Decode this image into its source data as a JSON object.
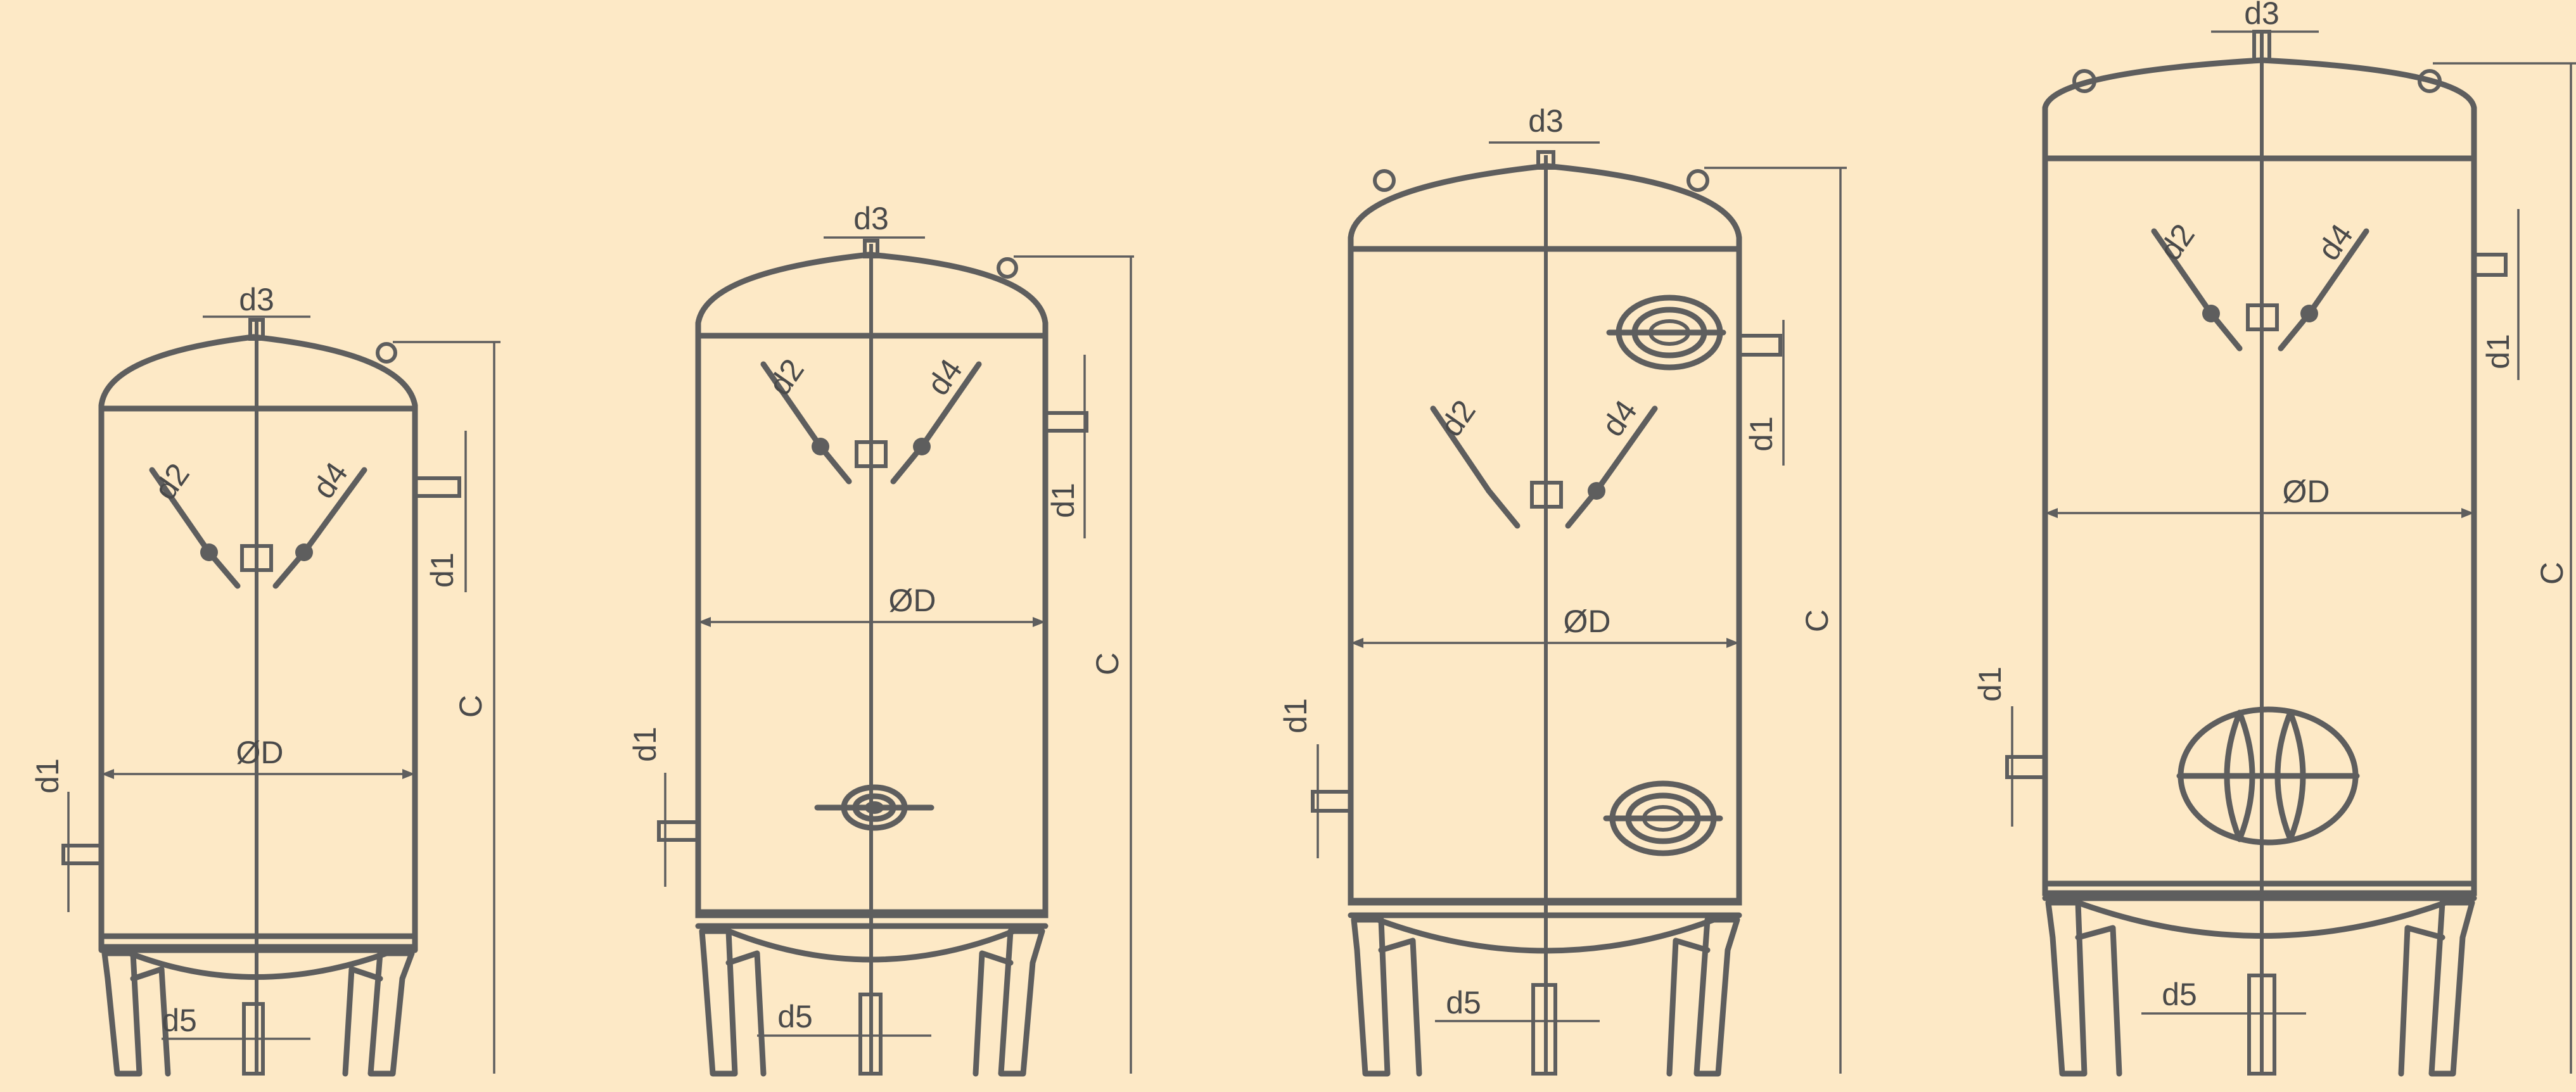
{
  "colors": {
    "background": "#fde9c6",
    "line": "#5e5e5e",
    "text": "#4a4a4a"
  },
  "tanks": [
    {
      "d1_side": "d1",
      "d1_lower": "d1",
      "d2": "d2",
      "d3": "d3",
      "d4": "d4",
      "d5": "d5",
      "diameter": "ØD",
      "height": "C"
    },
    {
      "d1_side": "d1",
      "d1_lower": "d1",
      "d2": "d2",
      "d3": "d3",
      "d4": "d4",
      "d5": "d5",
      "diameter": "ØD",
      "height": "C"
    },
    {
      "d1_side": "d1",
      "d1_lower": "d1",
      "d2": "d2",
      "d3": "d3",
      "d4": "d4",
      "d5": "d5",
      "diameter": "ØD",
      "height": "C"
    },
    {
      "d1_side": "d1",
      "d1_lower": "d1",
      "d2": "d2",
      "d3": "d3",
      "d4": "d4",
      "diameter": "ØD",
      "d5": "d5",
      "height": "C"
    }
  ]
}
